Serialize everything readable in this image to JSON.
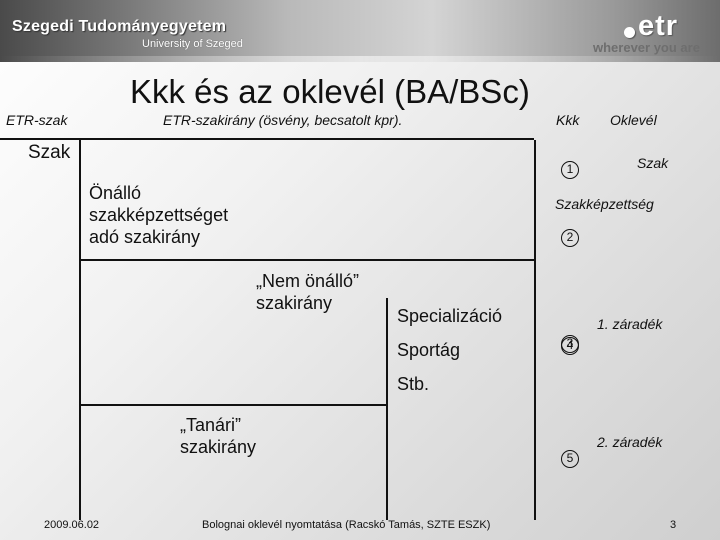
{
  "header": {
    "university": "Szegedi Tudományegyetem",
    "university_sub": "University of Szeged",
    "logo_text": "etr",
    "logo_tagline": "wherever you are"
  },
  "title": "Kkk és az oklevél (BA/BSc)",
  "columns": {
    "etr_szak": "ETR-szak",
    "etr_szakirany": "ETR-szakirány (ösvény, becsatolt kpr).",
    "kkk": "Kkk",
    "oklevel": "Oklevél"
  },
  "rows": {
    "szak": "Szak",
    "onallo": [
      "Önálló",
      "szakképzettséget",
      "adó szakirány"
    ],
    "nem_onallo": [
      "„Nem önálló”",
      "szakirány"
    ],
    "specializacio": "Specializáció",
    "sportag": "Sportág",
    "stb": "Stb.",
    "tanari": [
      "„Tanári”",
      "szakirány"
    ]
  },
  "oklevel_items": {
    "szak": "Szak",
    "szakkepzettseg": "Szakképzettség",
    "zaradek1": "1. záradék",
    "zaradek2": "2. záradék"
  },
  "markers": {
    "m1": "1",
    "m2": "2",
    "m3": "3",
    "m4": "4",
    "m5": "5"
  },
  "footer": {
    "date": "2009.06.02",
    "caption": "Bolognai oklevél nyomtatása (Racskó Tamás, SZTE ESZK)",
    "page": "3"
  }
}
